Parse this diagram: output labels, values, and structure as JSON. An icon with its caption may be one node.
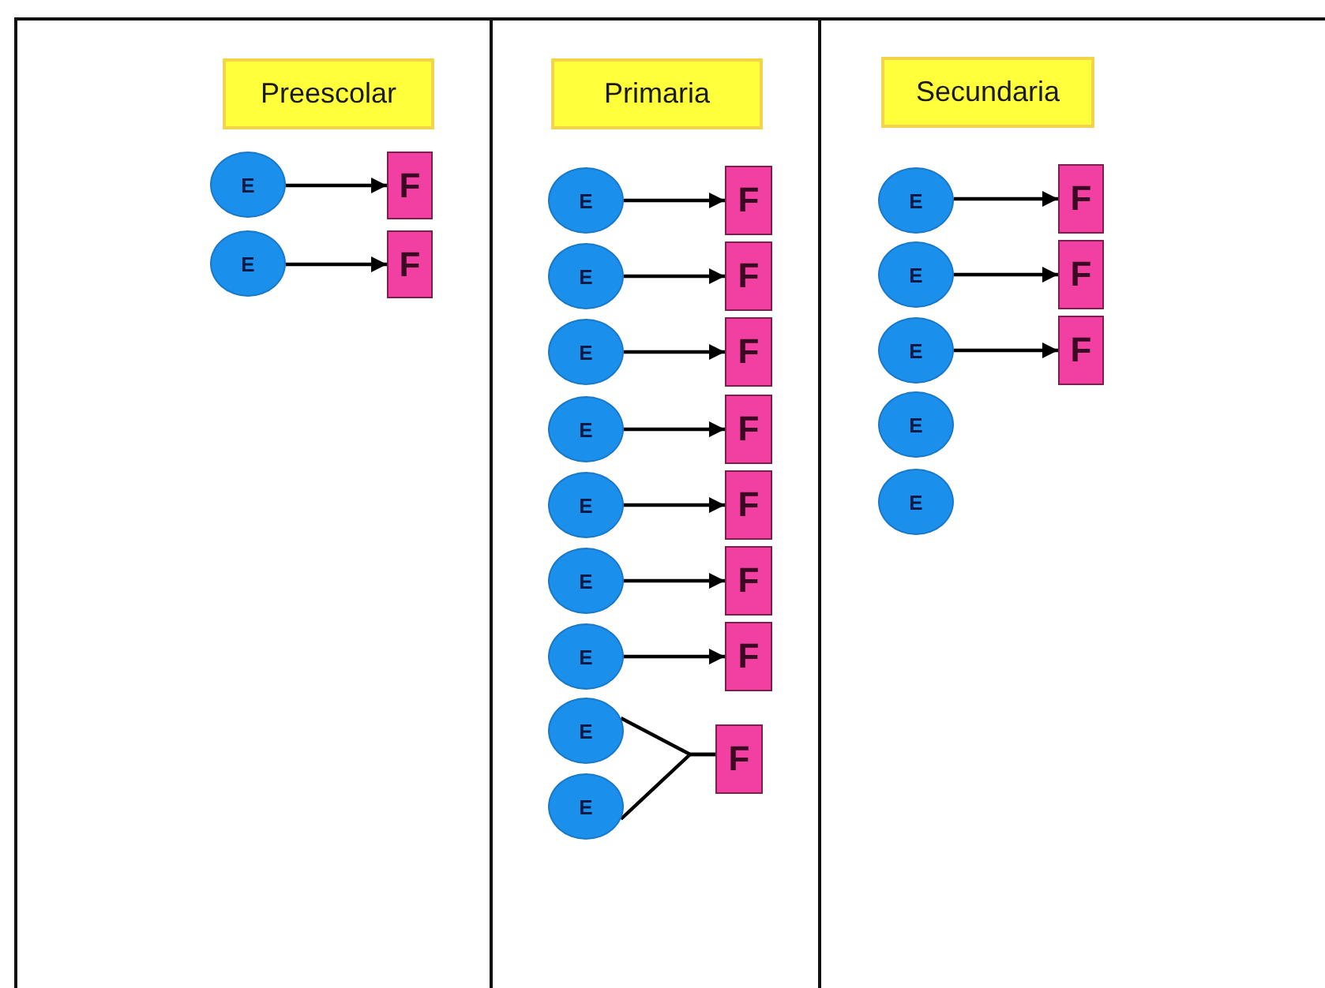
{
  "diagram": {
    "nodes": [
      {
        "text": [
          "Preescolar"
        ]
      },
      {
        "text": [
          "E"
        ]
      },
      {
        "text": [
          "F"
        ]
      },
      {
        "text": [
          "E"
        ]
      },
      {
        "text": [
          "F"
        ]
      },
      {
        "text": [
          "Primaria"
        ]
      },
      {
        "text": [
          "E"
        ]
      },
      {
        "text": [
          "F"
        ]
      },
      {
        "text": [
          "E"
        ]
      },
      {
        "text": [
          "F"
        ]
      },
      {
        "text": [
          "E"
        ]
      },
      {
        "text": [
          "F"
        ]
      },
      {
        "text": [
          "E"
        ]
      },
      {
        "text": [
          "F"
        ]
      },
      {
        "text": [
          "E"
        ]
      },
      {
        "text": [
          "F"
        ]
      },
      {
        "text": [
          "E"
        ]
      },
      {
        "text": [
          "F"
        ]
      },
      {
        "text": [
          "E"
        ]
      },
      {
        "text": [
          "F"
        ]
      },
      {
        "text": [
          "E"
        ]
      },
      {
        "text": [
          "E"
        ]
      },
      {
        "text": [
          "F"
        ]
      },
      {
        "text": [
          "Secundaria"
        ]
      },
      {
        "text": [
          "E"
        ]
      },
      {
        "text": [
          "F"
        ]
      },
      {
        "text": [
          "E"
        ]
      },
      {
        "text": [
          "F"
        ]
      },
      {
        "text": [
          "E"
        ]
      },
      {
        "text": [
          "F"
        ]
      },
      {
        "text": [
          "E"
        ]
      },
      {
        "text": [
          "E"
        ]
      }
    ],
    "edges": [
      {
        "from": 1,
        "to": 2,
        "arrow": "to"
      },
      {
        "from": 3,
        "to": 4,
        "arrow": "to"
      },
      {
        "from": 6,
        "to": 7,
        "arrow": "to"
      },
      {
        "from": 8,
        "to": 9,
        "arrow": "to"
      },
      {
        "from": 10,
        "to": 11,
        "arrow": "to"
      },
      {
        "from": 12,
        "to": 13,
        "arrow": "to"
      },
      {
        "from": 14,
        "to": 15,
        "arrow": "to"
      },
      {
        "from": 16,
        "to": 17,
        "arrow": "to"
      },
      {
        "from": 18,
        "to": 19,
        "arrow": "to"
      },
      {
        "from": 20,
        "to": 22,
        "arrow": "none"
      },
      {
        "from": 21,
        "to": 22,
        "arrow": "none"
      },
      {
        "from": 24,
        "to": 25,
        "arrow": "to"
      },
      {
        "from": 26,
        "to": 27,
        "arrow": "to"
      },
      {
        "from": 28,
        "to": 29,
        "arrow": "to"
      }
    ]
  }
}
